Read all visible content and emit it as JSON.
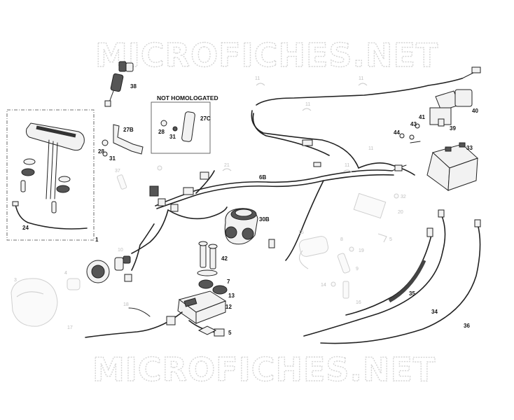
{
  "watermark": {
    "top": "MICROFICHES.NET",
    "bottom": "MICROFICHES.NET"
  },
  "note": "NOT HOMOLOGATED",
  "labels": {
    "l1": "1",
    "l3": "3",
    "l4": "4",
    "l5a": "5",
    "l5b": "5",
    "l6b": "6B",
    "l7": "7",
    "l8": "8",
    "l9": "9",
    "l10": "10",
    "l11a": "11",
    "l11b": "11",
    "l11c": "11",
    "l11d": "11",
    "l11e": "11",
    "l12": "12",
    "l13": "13",
    "l14": "14",
    "l15": "15",
    "l16": "16",
    "l17": "17",
    "l18": "18",
    "l19": "19",
    "l20": "20",
    "l21": "21",
    "l24": "24",
    "l27b": "27B",
    "l27c": "27C",
    "l28a": "28",
    "l28b": "28",
    "l30b": "30B",
    "l31a": "31",
    "l31b": "31",
    "l32": "32",
    "l33": "33",
    "l34": "34",
    "l35": "35",
    "l36": "36",
    "l37": "37",
    "l38": "38",
    "l39": "39",
    "l40": "40",
    "l41": "41",
    "l42": "42",
    "l43": "43",
    "l44": "44"
  }
}
